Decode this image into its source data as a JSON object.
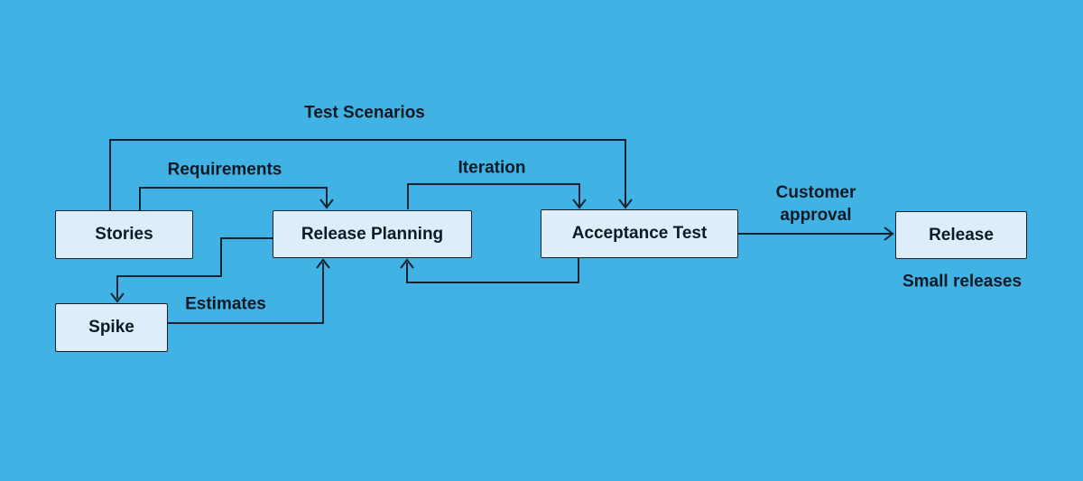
{
  "diagram": {
    "type": "flowchart",
    "subject": "Extreme Programming process flow",
    "colors": {
      "background": "#40b2e3",
      "node_fill": "#ddeef9",
      "node_border": "#16222f",
      "connector_line": "#16222f",
      "text": "#0d1a26"
    },
    "nodes": [
      {
        "id": "stories",
        "label": "Stories"
      },
      {
        "id": "spike",
        "label": "Spike"
      },
      {
        "id": "release_planning",
        "label": "Release Planning"
      },
      {
        "id": "acceptance_test",
        "label": "Acceptance Test"
      },
      {
        "id": "release",
        "label": "Release"
      }
    ],
    "labels": {
      "test_scenarios": "Test Scenarios",
      "requirements": "Requirements",
      "iteration": "Iteration",
      "customer_approval": "Customer approval",
      "estimates": "Estimates",
      "small_releases": "Small releases"
    },
    "edges": [
      {
        "from": "Stories",
        "to": "Acceptance Test",
        "label": "Test Scenarios",
        "route": "over-top"
      },
      {
        "from": "Stories",
        "to": "Release Planning",
        "label": "Requirements",
        "route": "over-top"
      },
      {
        "from": "Release Planning",
        "to": "Acceptance Test",
        "label": "Iteration",
        "route": "over-top"
      },
      {
        "from": "Acceptance Test",
        "to": "Release Planning",
        "label": "",
        "route": "under-bottom"
      },
      {
        "from": "Release Planning",
        "to": "Spike",
        "label": "",
        "route": "left-down"
      },
      {
        "from": "Spike",
        "to": "Release Planning",
        "label": "Estimates",
        "route": "right-up"
      },
      {
        "from": "Acceptance Test",
        "to": "Release",
        "label": "Customer approval",
        "route": "straight"
      }
    ]
  }
}
